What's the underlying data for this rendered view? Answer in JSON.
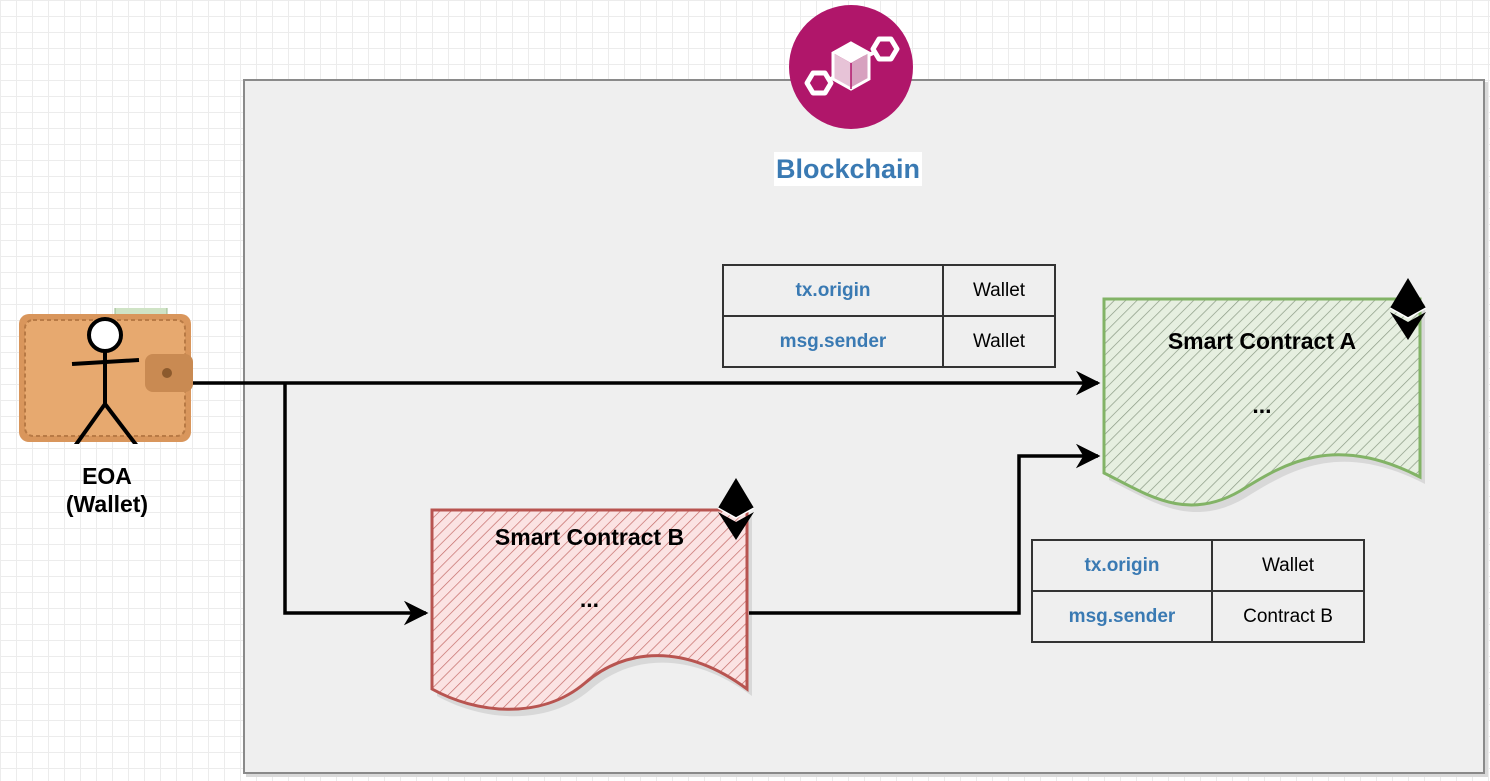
{
  "blockchain": {
    "title": "Blockchain",
    "logo_icon": "polygon-cubes-icon",
    "logo_color": "#b0166a"
  },
  "eoa": {
    "label_line1": "EOA",
    "label_line2": "(Wallet)",
    "icon": "wallet-stick-figure-icon"
  },
  "contract_a": {
    "title": "Smart Contract A",
    "body": "...",
    "color": "#82b366",
    "badge_icon": "ethereum-icon"
  },
  "contract_b": {
    "title": "Smart Contract B",
    "body": "...",
    "color": "#b85450",
    "badge_icon": "ethereum-icon"
  },
  "table_a": {
    "rows": [
      {
        "key": "tx.origin",
        "value": "Wallet"
      },
      {
        "key": "msg.sender",
        "value": "Wallet"
      }
    ]
  },
  "table_b": {
    "rows": [
      {
        "key": "tx.origin",
        "value": "Wallet"
      },
      {
        "key": "msg.sender",
        "value": "Contract B"
      }
    ]
  }
}
